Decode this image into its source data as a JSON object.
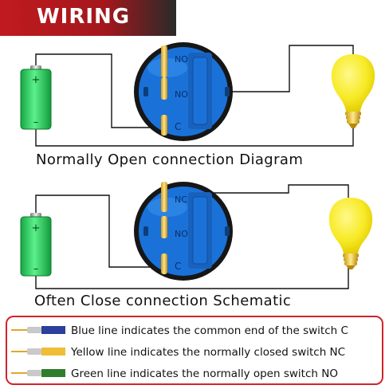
{
  "header": {
    "title": "WIRING"
  },
  "diagram_no": {
    "caption": "Normally Open connection Diagram",
    "terminal_labels": [
      "NO",
      "NO",
      "C"
    ]
  },
  "diagram_nc": {
    "caption": "Often Close connection Schematic",
    "terminal_labels": [
      "NC",
      "NO",
      "C"
    ]
  },
  "battery": {
    "plus": "+",
    "minus": "–"
  },
  "legend": {
    "items": [
      {
        "text": "Blue line indicates the common end of the switch C",
        "color": "#2b3f9b"
      },
      {
        "text": "Yellow line indicates the normally closed switch NC",
        "color": "#f0be35"
      },
      {
        "text": "Green line indicates the normally open switch NO",
        "color": "#2f7d2d"
      }
    ]
  },
  "colors": {
    "accent_red": "#c01a1f",
    "switch_blue": "#1a6fd6",
    "battery_green": "#2bd35a",
    "bulb_yellow": "#f7ea26"
  }
}
